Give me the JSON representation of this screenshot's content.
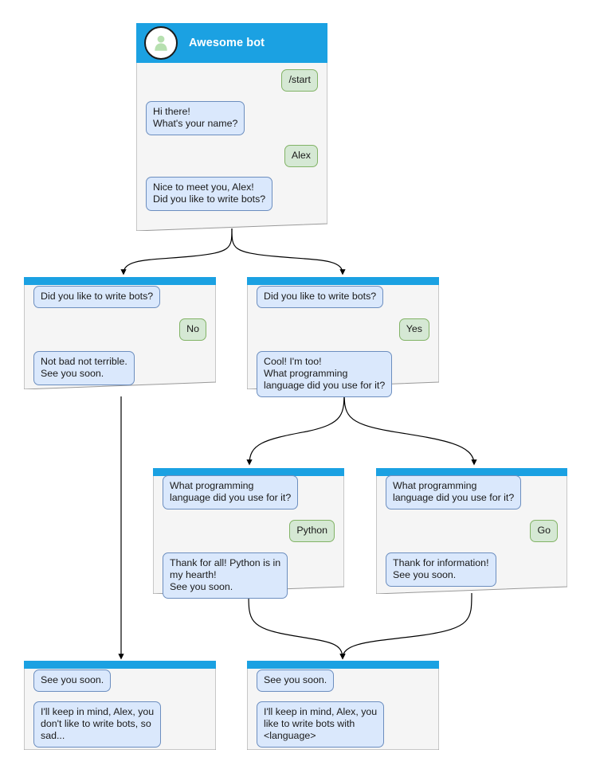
{
  "diagram": {
    "title_node": "Awesome bot",
    "colors": {
      "header_blue": "#1ba1e2",
      "panel_bg": "#f5f5f5",
      "panel_border": "#999999",
      "bot_bubble_fill": "#dae8fc",
      "bot_bubble_border": "#6c8ebf",
      "user_bubble_fill": "#d5e8d4",
      "user_bubble_border": "#82b366",
      "edge_stroke": "#000000",
      "avatar_fill": "#ffffff",
      "avatar_person": "#b7e0b0"
    },
    "icons": {
      "avatar": "user-avatar-icon"
    },
    "nodes": [
      {
        "id": "start",
        "header": "Awesome bot",
        "has_avatar": true,
        "messages": [
          {
            "side": "user",
            "text": "/start"
          },
          {
            "side": "bot",
            "text": "Hi there!\nWhat's your name?"
          },
          {
            "side": "user",
            "text": "Alex"
          },
          {
            "side": "bot",
            "text": "Nice to meet you, Alex!\nDid you like to write bots?"
          }
        ]
      },
      {
        "id": "no-branch",
        "header": "",
        "has_avatar": false,
        "messages": [
          {
            "side": "bot",
            "text": "Did you like to write bots?"
          },
          {
            "side": "user",
            "text": "No"
          },
          {
            "side": "bot",
            "text": "Not bad not terrible.\nSee you soon."
          }
        ]
      },
      {
        "id": "yes-branch",
        "header": "",
        "has_avatar": false,
        "messages": [
          {
            "side": "bot",
            "text": "Did you like to write bots?"
          },
          {
            "side": "user",
            "text": "Yes"
          },
          {
            "side": "bot",
            "text": "Cool! I'm too!\nWhat programming\nlanguage did you use for it?"
          }
        ]
      },
      {
        "id": "python-branch",
        "header": "",
        "has_avatar": false,
        "messages": [
          {
            "side": "bot",
            "text": "What programming\nlanguage did you use for it?"
          },
          {
            "side": "user",
            "text": "Python"
          },
          {
            "side": "bot",
            "text": "Thank for all! Python is in\nmy hearth!\nSee you soon."
          }
        ]
      },
      {
        "id": "go-branch",
        "header": "",
        "has_avatar": false,
        "messages": [
          {
            "side": "bot",
            "text": "What programming\nlanguage did you use for it?"
          },
          {
            "side": "user",
            "text": "Go"
          },
          {
            "side": "bot",
            "text": "Thank for information!\nSee you soon."
          }
        ]
      },
      {
        "id": "end-sad",
        "header": "",
        "has_avatar": false,
        "messages": [
          {
            "side": "bot",
            "text": "See you soon."
          },
          {
            "side": "bot",
            "text": "I'll keep in mind, Alex, you\ndon't like to write bots, so\nsad..."
          }
        ]
      },
      {
        "id": "end-happy",
        "header": "",
        "has_avatar": false,
        "messages": [
          {
            "side": "bot",
            "text": "See you soon."
          },
          {
            "side": "bot",
            "text": "I'll keep in mind, Alex, you\nlike to write bots with\n<language>"
          }
        ]
      }
    ]
  }
}
